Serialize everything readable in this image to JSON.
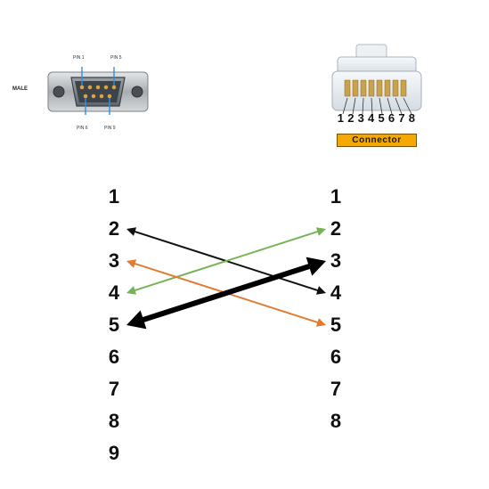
{
  "db9": {
    "label": "MALE",
    "pin_captions": {
      "pin1": "PIN 1",
      "pin5": "PIN 5",
      "pin6": "PIN 6",
      "pin9": "PIN 9"
    }
  },
  "rj45": {
    "pin_numbers": [
      "1",
      "2",
      "3",
      "4",
      "5",
      "6",
      "7",
      "8"
    ],
    "badge": "Connector"
  },
  "left_pins": [
    "1",
    "2",
    "3",
    "4",
    "5",
    "6",
    "7",
    "8",
    "9"
  ],
  "right_pins": [
    "1",
    "2",
    "3",
    "4",
    "5",
    "6",
    "7",
    "8"
  ],
  "wiring": [
    {
      "from": "2",
      "to": "4",
      "color": "#111111",
      "arrow": "both"
    },
    {
      "from": "4",
      "to": "2",
      "color": "#77b356",
      "arrow": "both"
    },
    {
      "from": "3",
      "to": "5",
      "color": "#e07c32",
      "arrow": "both"
    },
    {
      "from": "5",
      "to": "3",
      "color": "#000000",
      "arrow": "both",
      "emphasis": "thick"
    }
  ]
}
